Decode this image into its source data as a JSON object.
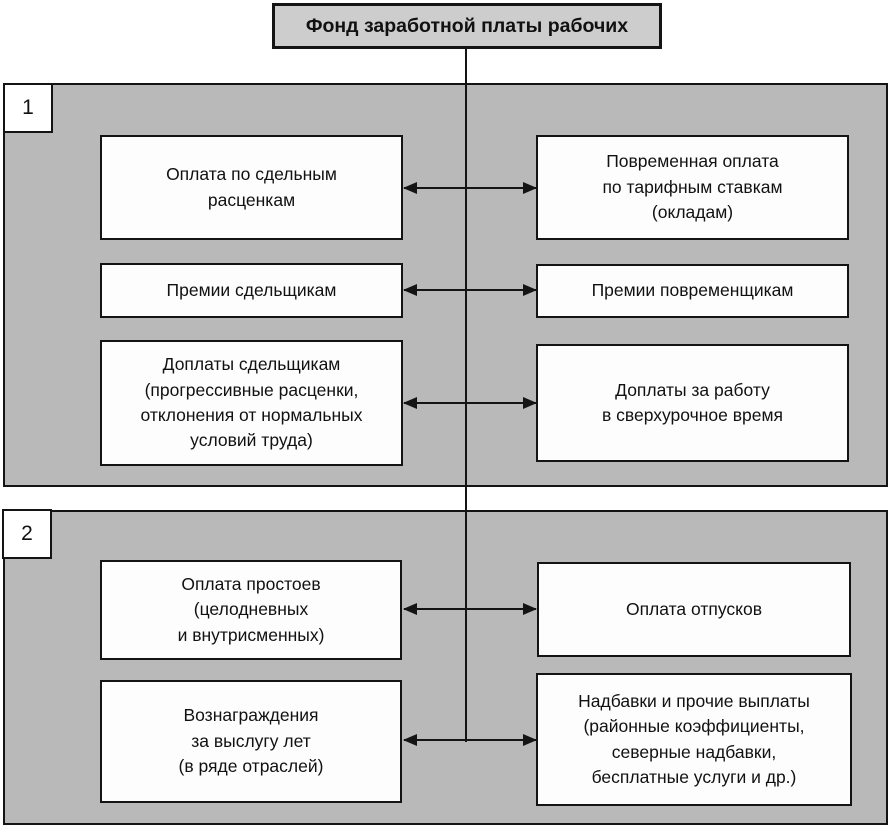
{
  "title": "Фонд заработной платы рабочих",
  "sections": [
    {
      "number": "1",
      "rows": [
        {
          "left": "Оплата по сдельным\nрасценкам",
          "right": "Повременная оплата\nпо тарифным ставкам\n(окладам)"
        },
        {
          "left": "Премии сдельщикам",
          "right": "Премии повременщикам"
        },
        {
          "left": "Доплаты сдельщикам\n(прогрессивные расценки,\nотклонения от нормальных\nусловий труда)",
          "right": "Доплаты за работу\nв сверхурочное время"
        }
      ]
    },
    {
      "number": "2",
      "rows": [
        {
          "left": "Оплата простоев\n(целодневных\nи внутрисменных)",
          "right": "Оплата отпусков"
        },
        {
          "left": "Вознаграждения\nза выслугу лет\n(в ряде отраслей)",
          "right": "Надбавки и прочие выплаты\n(районные коэффициенты,\nсеверные надбавки,\nбесплатные услуги и др.)"
        }
      ]
    }
  ],
  "colors": {
    "canvas": "#ffffff",
    "section-bg": "#b9b9b9",
    "title-bg": "#cdcdcd",
    "box-bg": "#fdfdfd",
    "line": "#141414"
  }
}
